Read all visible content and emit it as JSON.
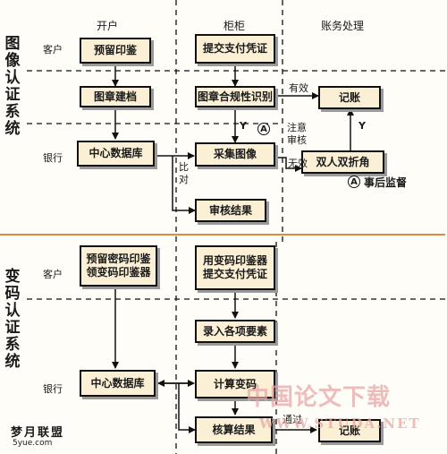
{
  "headers": {
    "open_account": "开户",
    "counter": "柜柜",
    "accounting": "账务处理"
  },
  "sections": {
    "image": {
      "title": "图像认证系统"
    },
    "code": {
      "title": "变码认证系统"
    }
  },
  "rows": {
    "customer": "客户",
    "bank": "银行"
  },
  "boxes": {
    "reserve_seal": "预留印鉴",
    "submit_voucher": "提交支付凭证",
    "seal_archive": "图章建档",
    "seal_compliance": "图章合规性识别",
    "bookkeeping_1": "记账",
    "central_db_1": "中心数据库",
    "capture_image": "采集图像",
    "dual_check": "双人双折角",
    "audit_result": "审核结果",
    "reserve_code_seal": "预留密码印鉴\n领变码印鉴器",
    "use_code_seal": "用变码印鉴器\n提交支付凭证",
    "enter_elements": "录入各项要素",
    "central_db_2": "中心数据库",
    "calc_code": "计算变码",
    "check_result": "核算结果",
    "bookkeeping_2": "记账"
  },
  "labels": {
    "valid": "有效",
    "invalid": "无效",
    "attention_review": "注意\n审核",
    "compare": "比\n对",
    "y1": "Y",
    "y2": "Y",
    "pass": "通过",
    "post_audit": "事后监督"
  },
  "markers": {
    "a": "A"
  },
  "watermarks": {
    "site_cn": "中国论文下载",
    "site_url": "WWW.STUDA.NET",
    "logo_cn": "梦月联盟",
    "logo_url": "5yue.com"
  }
}
